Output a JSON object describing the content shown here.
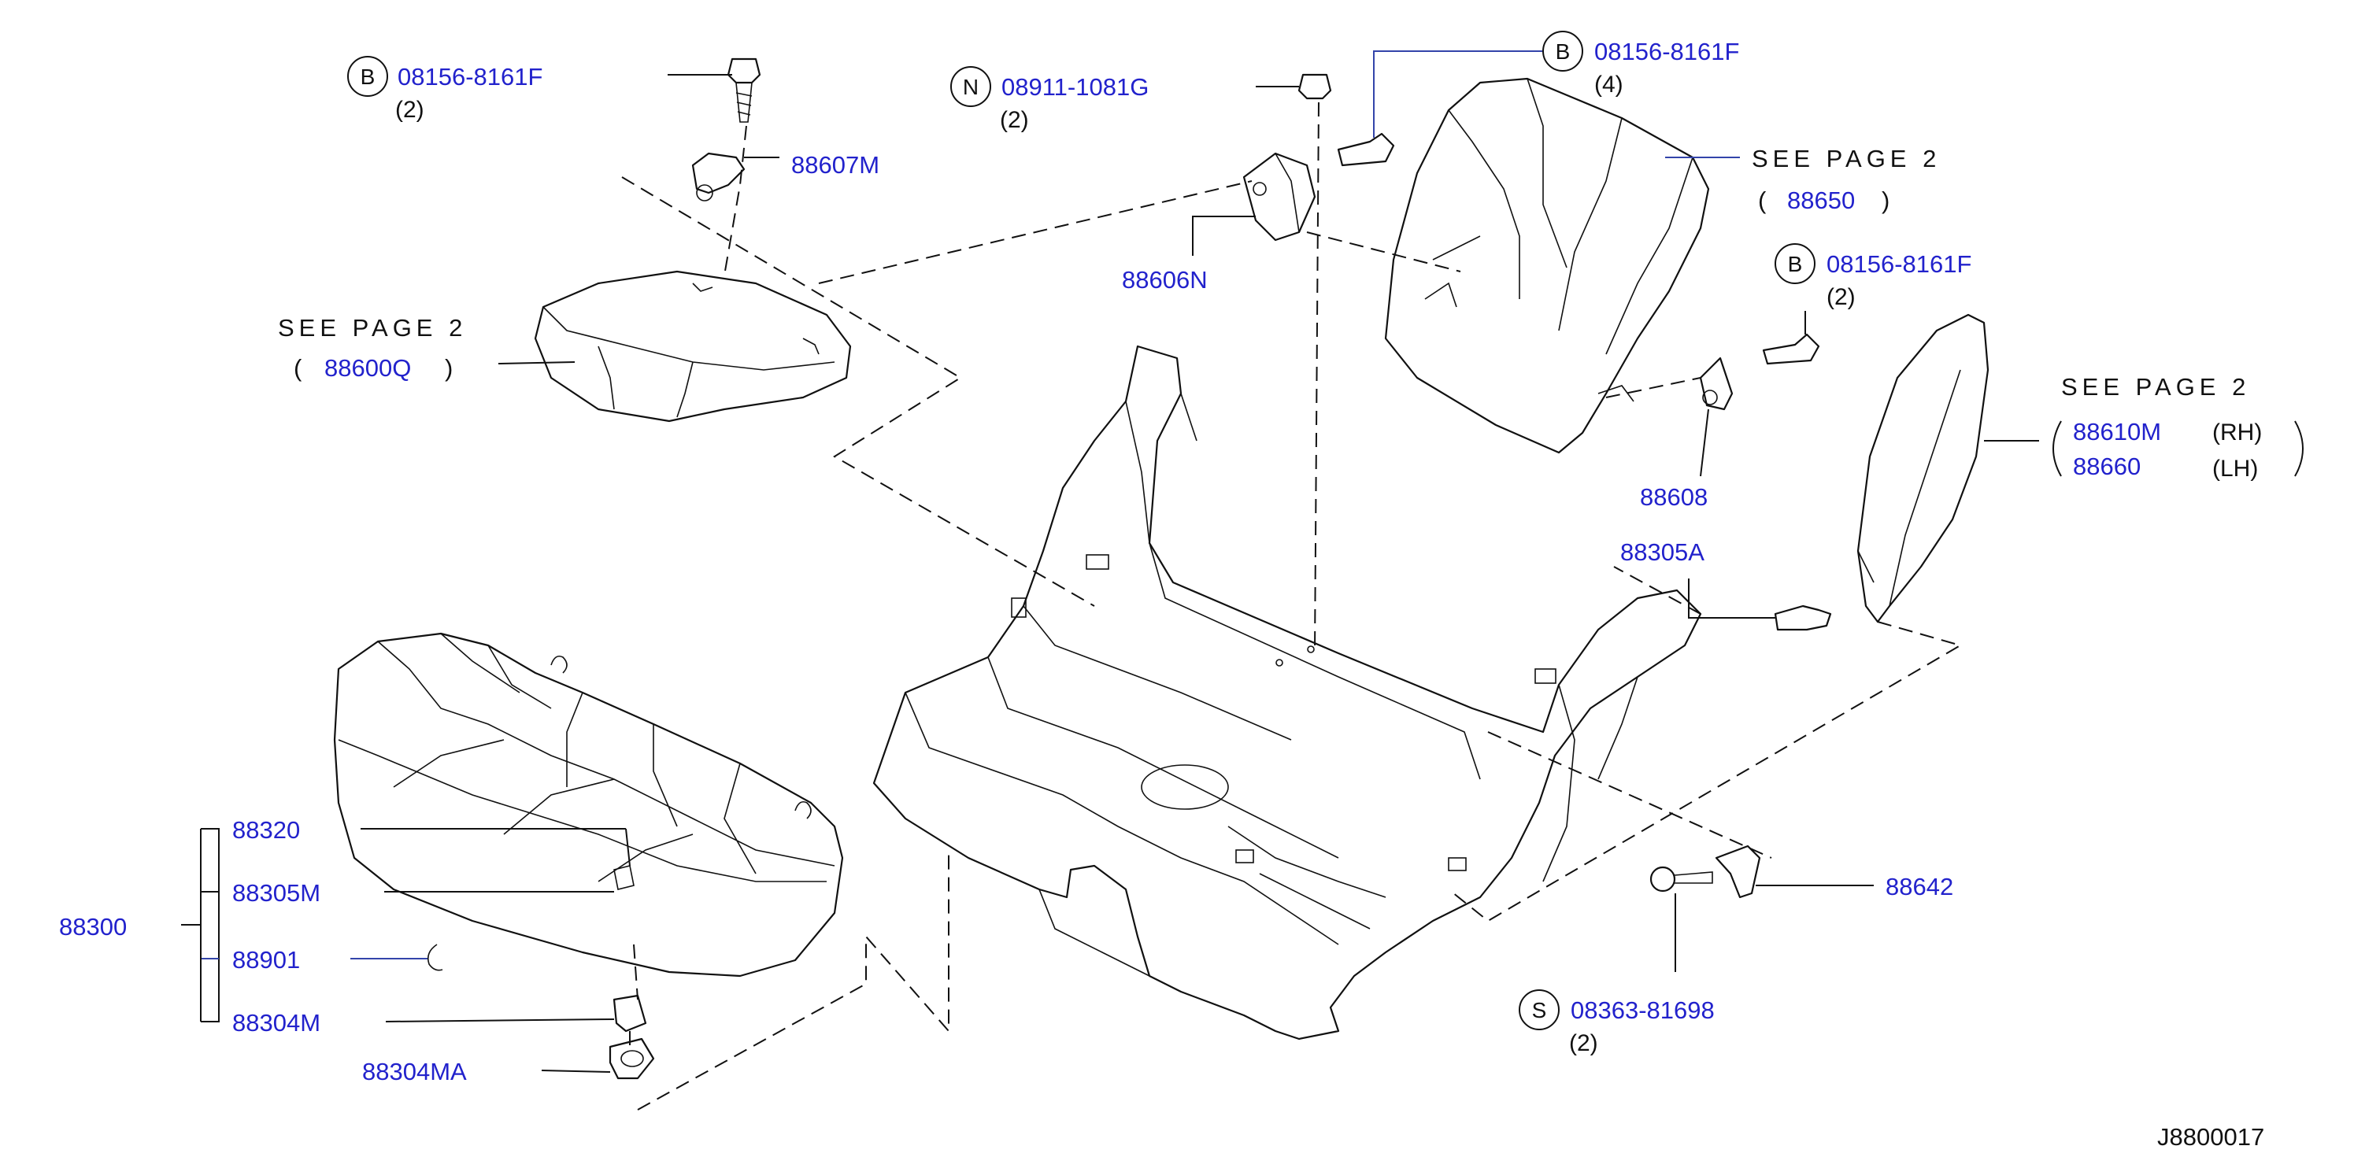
{
  "diagram_code": "J8800017",
  "see_page_text": "SEE  PAGE  2",
  "bolt_b_1": {
    "symbol": "B",
    "part": "08156-8161F",
    "qty": "(2)"
  },
  "bolt_b_2": {
    "symbol": "B",
    "part": "08156-8161F",
    "qty": "(4)"
  },
  "bolt_b_3": {
    "symbol": "B",
    "part": "08156-8161F",
    "qty": "(2)"
  },
  "nut_n": {
    "symbol": "N",
    "part": "08911-1081G",
    "qty": "(2)"
  },
  "screw_s": {
    "symbol": "S",
    "part": "08363-81698",
    "qty": "(2)"
  },
  "hinge_88607m": "88607M",
  "hinge_88606n": "88606N",
  "cushion_ref": {
    "open": "(",
    "part": "88600Q",
    "close": ")"
  },
  "back_ref": {
    "open": "(",
    "part": "88650",
    "close": ")"
  },
  "side_ref": {
    "part_rh": "88610M",
    "side_rh": "(RH)",
    "part_lh": "88660",
    "side_lh": "(LH)"
  },
  "bracket_88608": "88608",
  "bolt_88305a": "88305A",
  "hook_88642": "88642",
  "assembly": {
    "parent": "88300",
    "children": [
      "88320",
      "88305M",
      "88901",
      "88304M"
    ]
  },
  "clip_88304ma": "88304MA",
  "colors": {
    "part_text": "#2222cc",
    "line": "#111111",
    "leader_blue": "#3344aa",
    "background": "#ffffff"
  }
}
